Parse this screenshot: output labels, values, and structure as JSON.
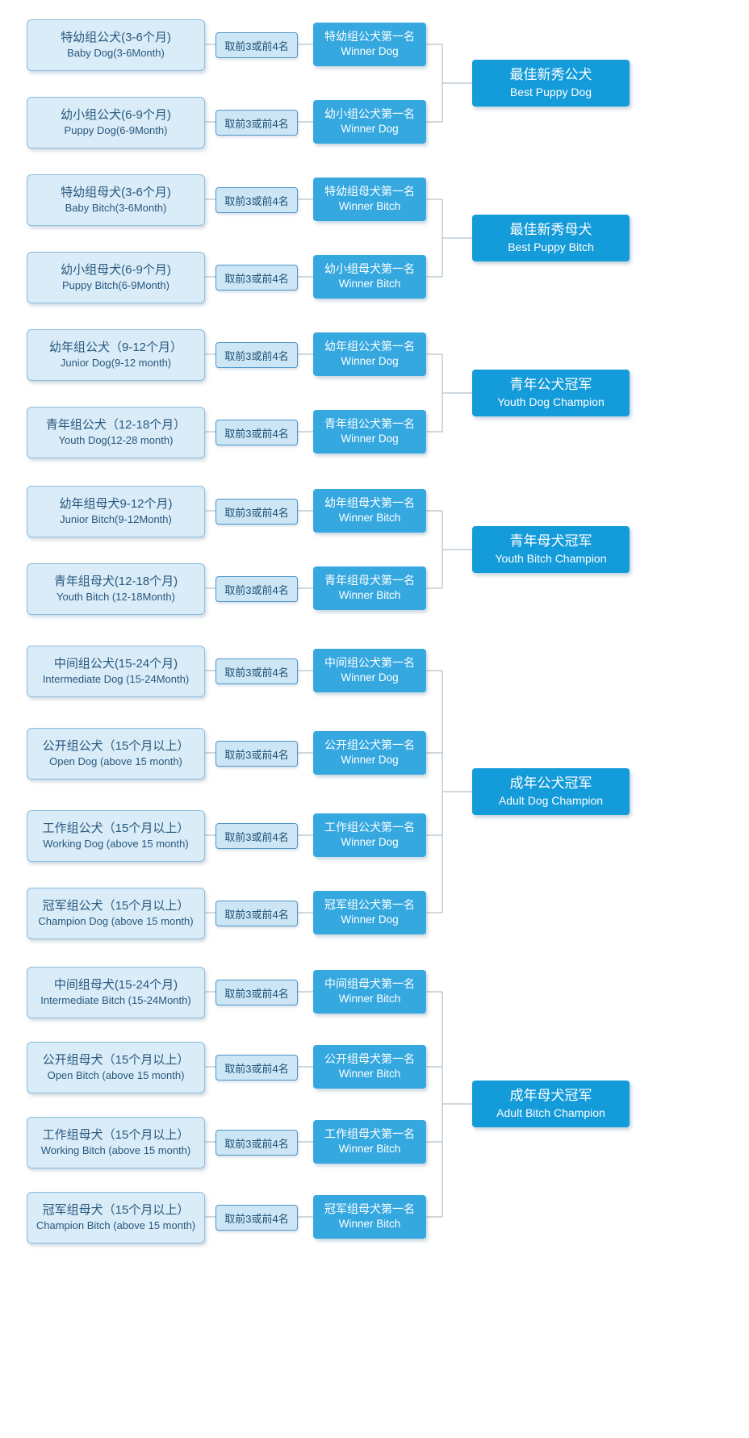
{
  "diagram": {
    "selector_label": "取前3或前4名",
    "colors": {
      "class_box_bg": "#d9ecf8",
      "class_box_border": "#8fbcdc",
      "class_box_text": "#29587e",
      "selector_bg": "#cde6f5",
      "selector_border": "#4f96c8",
      "winner_bg": "#35a8e0",
      "champion_bg": "#149bd9",
      "connector": "#9fb3bf"
    },
    "groups": [
      {
        "champion": {
          "cn": "最佳新秀公犬",
          "en": "Best Puppy Dog"
        },
        "rows": [
          {
            "class_cn": "特幼组公犬(3-6个月)",
            "class_en": "Baby Dog(3-6Month)",
            "winner_cn": "特幼组公犬第一名",
            "winner_en": "Winner Dog"
          },
          {
            "class_cn": "幼小组公犬(6-9个月)",
            "class_en": "Puppy Dog(6-9Month)",
            "winner_cn": "幼小组公犬第一名",
            "winner_en": "Winner Dog"
          }
        ]
      },
      {
        "champion": {
          "cn": "最佳新秀母犬",
          "en": "Best Puppy Bitch"
        },
        "rows": [
          {
            "class_cn": "特幼组母犬(3-6个月)",
            "class_en": "Baby Bitch(3-6Month)",
            "winner_cn": "特幼组母犬第一名",
            "winner_en": "Winner Bitch"
          },
          {
            "class_cn": "幼小组母犬(6-9个月)",
            "class_en": "Puppy Bitch(6-9Month)",
            "winner_cn": "幼小组母犬第一名",
            "winner_en": "Winner Bitch"
          }
        ]
      },
      {
        "champion": {
          "cn": "青年公犬冠军",
          "en": "Youth Dog Champion"
        },
        "rows": [
          {
            "class_cn": "幼年组公犬（9-12个月）",
            "class_en": "Junior Dog(9-12 month)",
            "winner_cn": "幼年组公犬第一名",
            "winner_en": "Winner Dog"
          },
          {
            "class_cn": "青年组公犬（12-18个月）",
            "class_en": "Youth Dog(12-28 month)",
            "winner_cn": "青年组公犬第一名",
            "winner_en": "Winner Dog"
          }
        ]
      },
      {
        "champion": {
          "cn": "青年母犬冠军",
          "en": "Youth Bitch Champion"
        },
        "rows": [
          {
            "class_cn": "幼年组母犬9-12个月)",
            "class_en": "Junior Bitch(9-12Month)",
            "winner_cn": "幼年组母犬第一名",
            "winner_en": "Winner Bitch"
          },
          {
            "class_cn": "青年组母犬(12-18个月)",
            "class_en": "Youth Bitch (12-18Month)",
            "winner_cn": "青年组母犬第一名",
            "winner_en": "Winner Bitch"
          }
        ]
      },
      {
        "champion": {
          "cn": "成年公犬冠军",
          "en": "Adult Dog Champion"
        },
        "rows": [
          {
            "class_cn": "中间组公犬(15-24个月)",
            "class_en": "Intermediate Dog (15-24Month)",
            "winner_cn": "中间组公犬第一名",
            "winner_en": "Winner Dog"
          },
          {
            "class_cn": "公开组公犬（15个月以上）",
            "class_en": "Open Dog (above 15 month)",
            "winner_cn": "公开组公犬第一名",
            "winner_en": "Winner Dog"
          },
          {
            "class_cn": "工作组公犬（15个月以上）",
            "class_en": "Working Dog (above 15 month)",
            "winner_cn": "工作组公犬第一名",
            "winner_en": "Winner Dog"
          },
          {
            "class_cn": "冠军组公犬（15个月以上）",
            "class_en": "Champion Dog (above 15 month)",
            "winner_cn": "冠军组公犬第一名",
            "winner_en": "Winner Dog"
          }
        ]
      },
      {
        "champion": {
          "cn": "成年母犬冠军",
          "en": "Adult Bitch Champion"
        },
        "rows": [
          {
            "class_cn": "中间组母犬(15-24个月)",
            "class_en": "Intermediate Bitch (15-24Month)",
            "winner_cn": "中间组母犬第一名",
            "winner_en": "Winner Bitch"
          },
          {
            "class_cn": "公开组母犬（15个月以上）",
            "class_en": "Open Bitch (above 15 month)",
            "winner_cn": "公开组母犬第一名",
            "winner_en": "Winner Bitch"
          },
          {
            "class_cn": "工作组母犬（15个月以上）",
            "class_en": "Working Bitch (above 15 month)",
            "winner_cn": "工作组母犬第一名",
            "winner_en": "Winner Bitch"
          },
          {
            "class_cn": "冠军组母犬（15个月以上）",
            "class_en": "Champion Bitch (above 15 month)",
            "winner_cn": "冠军组母犬第一名",
            "winner_en": "Winner Bitch"
          }
        ]
      }
    ]
  }
}
